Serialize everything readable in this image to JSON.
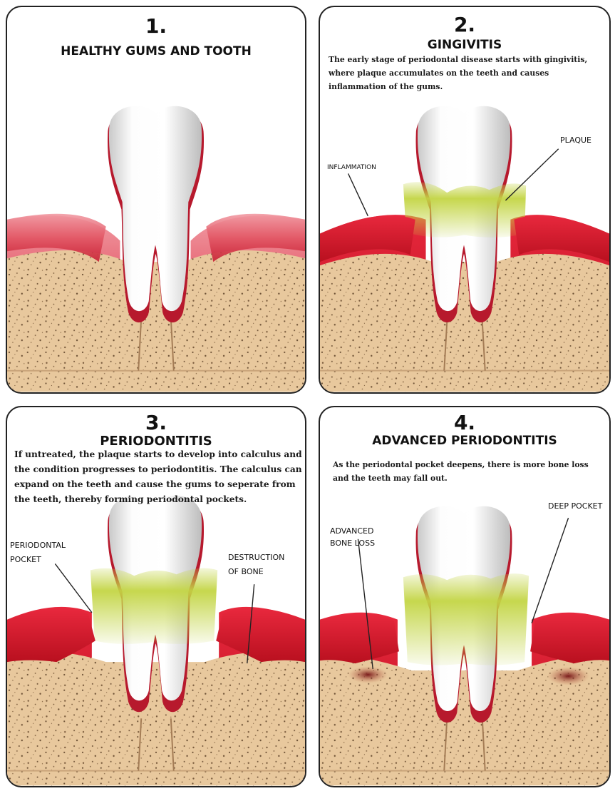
{
  "colors": {
    "panel_border": "#222222",
    "gum_red": "#d8243a",
    "gum_pink": "#e87a86",
    "bone_tan": "#e7c79c",
    "tooth_white": "#f7f7f7",
    "plaque_green": "#c8d84a"
  },
  "panels": [
    {
      "number": "1.",
      "title": "HEALTHY GUMS AND TOOTH"
    },
    {
      "number": "2.",
      "title": "GINGIVITIS",
      "description": "The early stage of periodontal disease starts with gingivitis, where plaque accumulates on the teeth and causes inflammation of the gums.",
      "labels": {
        "inflammation": "INFLAMMATION",
        "plaque": "PLAQUE"
      }
    },
    {
      "number": "3.",
      "title": "PERIODONTITIS",
      "description": "If untreated, the plaque starts to develop into calculus and the condition progresses to periodontitis. The calculus can expand on the teeth and cause the gums to seperate from the teeth, thereby forming periodontal pockets.",
      "labels": {
        "pocket_line1": "PERIODONTAL",
        "pocket_line2": "POCKET",
        "bone_line1": "DESTRUCTION",
        "bone_line2": "OF BONE"
      }
    },
    {
      "number": "4.",
      "title": "ADVANCED PERIODONTITIS",
      "description": "As the periodontal pocket deepens, there is more bone loss and the teeth may fall out.",
      "labels": {
        "bone_loss_line1": "ADVANCED",
        "bone_loss_line2": "BONE LOSS",
        "deep_pocket": "DEEP POCKET"
      }
    }
  ]
}
